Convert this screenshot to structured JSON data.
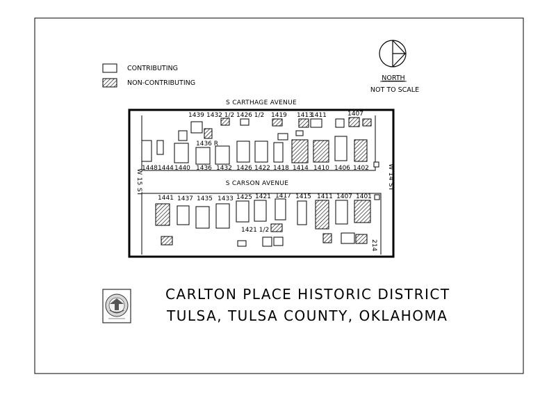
{
  "legend": {
    "contributing": "CONTRIBUTING",
    "non_contributing": "NON-CONTRIBUTING"
  },
  "north": {
    "label": "NORTH",
    "scale": "NOT TO SCALE"
  },
  "streets": {
    "north": "S CARTHAGE AVENUE",
    "middle": "S CARSON AVENUE",
    "west": "W 15 ST",
    "east": "W 14 ST"
  },
  "north_block": {
    "top_numbers": [
      "1439",
      "1432 1/2",
      "1426 1/2",
      "1419",
      "1413",
      "1411",
      "1407"
    ],
    "mid_label": "1436 R",
    "bottom_numbers": [
      "1448",
      "1444",
      "1440",
      "1436",
      "1432",
      "1426",
      "1422",
      "1418",
      "1414",
      "1410",
      "1406",
      "1402"
    ]
  },
  "south_block": {
    "top_numbers": [
      "1441",
      "1437",
      "1435",
      "1433",
      "1425",
      "1421",
      "1417",
      "1415",
      "1411",
      "1407",
      "1401"
    ],
    "lower_label": "1421 1/2",
    "side_number": "214"
  },
  "title": {
    "line1": "CARLTON PLACE HISTORIC DISTRICT",
    "line2": "TULSA, TULSA COUNTY, OKLAHOMA"
  },
  "colors": {
    "ink": "#000000",
    "paper": "#ffffff"
  }
}
